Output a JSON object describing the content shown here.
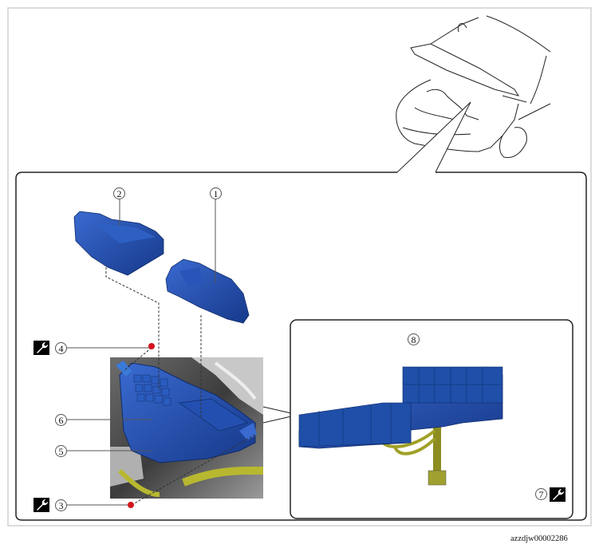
{
  "figure": {
    "type": "exploded-view-diagram",
    "subject": "Engine compartment fuse/relay box assembly",
    "image_code": "azzdjw00002286",
    "colors": {
      "component_blue": "#1f4fa8",
      "component_dark_blue": "#153a80",
      "fastener_red": "#d4141c",
      "harness_yellow": "#b8b830",
      "outline": "#222222",
      "frame_border": "#dcdcdc"
    }
  },
  "callouts": [
    {
      "id": "1",
      "label": "1",
      "target": "fuse box cover (front)"
    },
    {
      "id": "2",
      "label": "2",
      "target": "fuse box cover (rear)"
    },
    {
      "id": "3",
      "label": "3",
      "target": "bolt (lower)",
      "torque_icon": true
    },
    {
      "id": "4",
      "label": "4",
      "target": "bolt (upper)",
      "torque_icon": true
    },
    {
      "id": "5",
      "label": "5",
      "target": "fuse box lower housing"
    },
    {
      "id": "6",
      "label": "6",
      "target": "fuse box upper housing"
    },
    {
      "id": "7",
      "label": "7",
      "target": "nut (detail view)",
      "torque_icon": true
    },
    {
      "id": "8",
      "label": "8",
      "target": "relay block (detail view)"
    }
  ],
  "icons": {
    "torque": "wrench-icon"
  }
}
